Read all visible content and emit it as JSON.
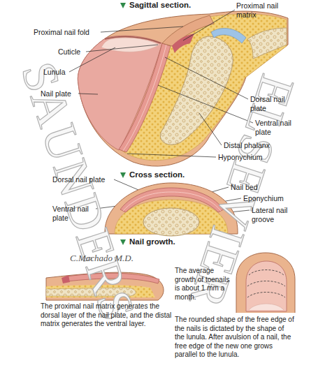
{
  "diagram": {
    "labels": [
      "Sagittal section.",
      "Proximal nail fold",
      "Proximal nail matrix",
      "Cuticle",
      "Lunula",
      "Dorsal nail plate",
      "Nail plate",
      "Ventral nail plate",
      "Distal phalanx",
      "Hyponychium",
      "Cross section.",
      "Dorsal nail plate",
      "Nail bed",
      "Eponychium",
      "Ventral nail plate",
      "Lateral nail groove",
      "Nail growth.",
      "C.Machado M.D.",
      "The average growth of toenails is about 1 mm a month.",
      "The proximal nail matrix generates the dorsal layer of the nail plate, and the distal matrix generates the ventral layer.",
      "The rounded shape of the free edge of the nails is dictated by the shape of the lunula. After avulsion of a nail, the free edge of the new one grows parallel to the lunula.",
      "SAUNDERS",
      "ELSEVIER"
    ]
  }
}
